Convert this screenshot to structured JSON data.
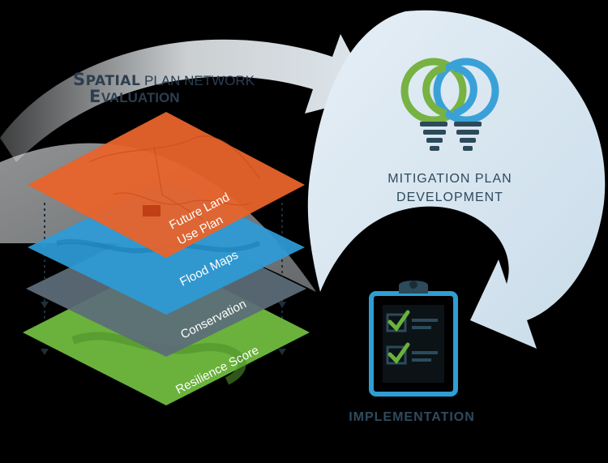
{
  "diagram": {
    "spatial_title": {
      "line1_big": "S",
      "line1_mid": "PATIAL",
      "line1_rest": " PLAN NETWORK",
      "line2_big": "E",
      "line2_rest": "VALUATION"
    },
    "mitigation": {
      "line1": "MITIGATION PLAN",
      "line2": "DEVELOPMENT"
    },
    "implementation": {
      "label": "IMPLEMENTATION"
    },
    "layers": [
      {
        "line1": "Future Land",
        "line2": "Use Plan",
        "color": "#e8632b"
      },
      {
        "line1": "Flood Maps",
        "color": "#2d9bd6"
      },
      {
        "line1": "Conservation",
        "color": "#5c6d78"
      },
      {
        "line1": "Resilience Score",
        "color": "#6ab23c"
      }
    ],
    "colors": {
      "arrow_light": "#dbe6ee",
      "circle_light": "#d8e6f1",
      "bulb_green": "#77b243",
      "bulb_blue": "#3aa1d8",
      "bulb_base": "#2c4a5a",
      "clipboard_blue": "#2e9ed4",
      "check_green": "#6ab23c",
      "title_navy": "#2c3e50"
    }
  }
}
